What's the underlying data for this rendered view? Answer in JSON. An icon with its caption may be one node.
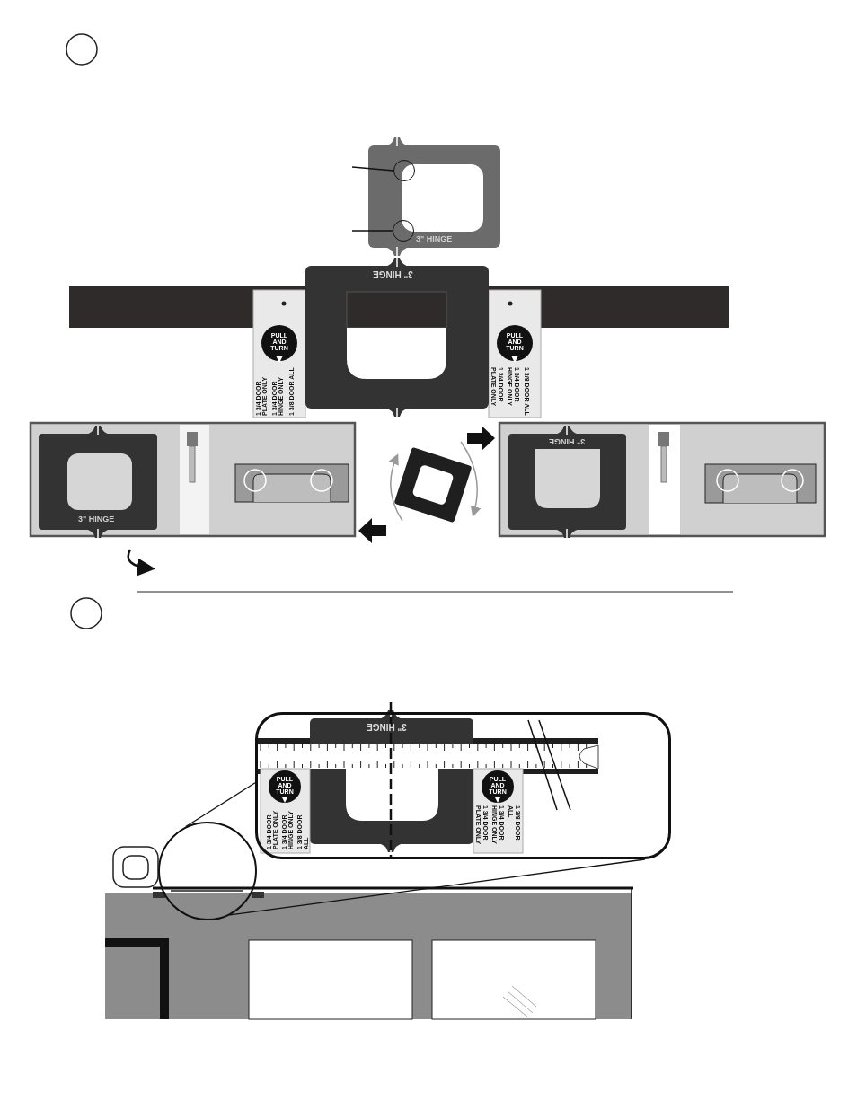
{
  "diagram": {
    "nodes": [
      {
        "text": [],
        "shape": "circle"
      },
      {
        "text": [],
        "shape": "circle"
      },
      {
        "text": [],
        "shape": "circle"
      },
      {
        "text": [],
        "shape": "box"
      }
    ],
    "edges": [
      {
        "from": null,
        "to": 0,
        "arrow": "none"
      },
      {
        "from": null,
        "to": 1,
        "arrow": "none"
      },
      {
        "from": 2,
        "to": 3,
        "arrow": "none"
      },
      {
        "from": 2,
        "to": 3,
        "arrow": "none"
      }
    ],
    "labels": [
      "3\" HINGE",
      "3\" HINGE",
      "PULL AND TURN",
      "1 3/4 DOOR PLATE ONLY",
      "1 3/4 DOOR HINGE ONLY",
      "1 3/8 DOOR ALL",
      "PULL AND TURN",
      "1 3/4 DOOR PLATE ONLY",
      "1 3/4 DOOR HINGE ONLY",
      "1 3/8 DOOR ALL",
      "3\" HINGE",
      "3\" HINGE",
      "3\" HINGE",
      "PULL AND TURN",
      "1 3/4 DOOR PLATE ONLY",
      "1 3/4 DOOR HINGE ONLY",
      "1 3/8 DOOR ALL",
      "PULL AND TURN",
      "1 3/4 DOOR PLATE ONLY",
      "1 3/4 DOOR HINGE ONLY",
      "1 3/8 DOOR ALL"
    ]
  }
}
